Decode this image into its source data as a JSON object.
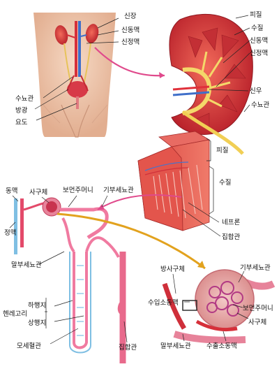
{
  "labels": {
    "kidney": "신장",
    "renal_artery": "신동맥",
    "renal_vein": "신정맥",
    "ureter_left": "수뇨관",
    "bladder": "방광",
    "urethra": "요도",
    "cortex": "피질",
    "medulla": "수질",
    "renal_artery_2": "신동맥",
    "renal_vein_2": "신정맥",
    "renal_pelvis": "신우",
    "ureter_right": "수뇨관",
    "cortex_2": "피질",
    "medulla_2": "수질",
    "nephron": "네프론",
    "collecting_duct": "집합관",
    "artery": "동맥",
    "glomerulus": "사구체",
    "bowmans_capsule": "보먼주머니",
    "proximal_tubule": "기부세뇨관",
    "vein": "정맥",
    "distal_tubule": "말부세뇨관",
    "descending_limb": "하행지",
    "loop_of_henle": "헨레고리",
    "ascending_limb": "상행지",
    "capillary": "모세혈관",
    "collecting_duct_2": "집합관",
    "juxtaglomerular": "방사구체",
    "proximal_tubule_2": "기부세뇨관",
    "afferent_arteriole": "수입소동맥",
    "bowmans_capsule_2": "보먼주머니",
    "glomerulus_2": "사구체",
    "distal_tubule_2": "말부세뇨관",
    "efferent_arteriole": "수출소동맥"
  }
}
